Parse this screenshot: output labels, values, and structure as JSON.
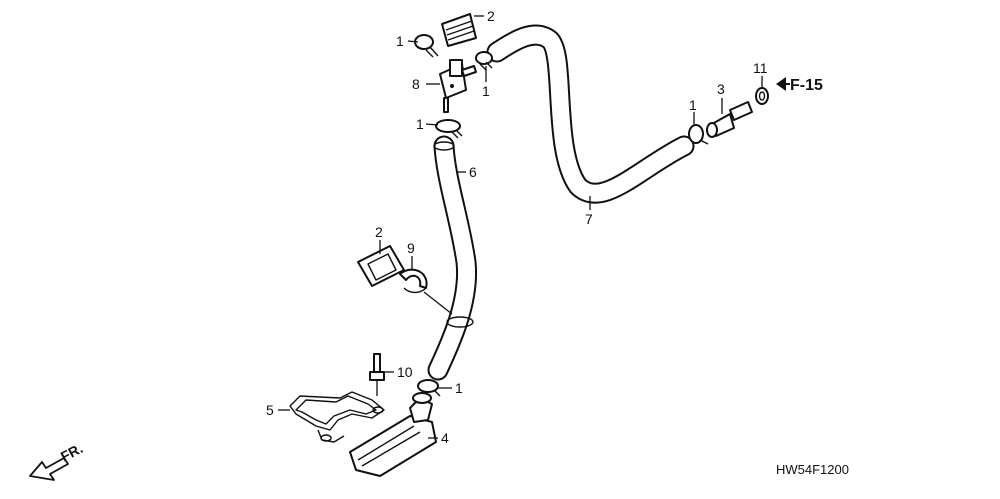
{
  "callouts": [
    {
      "id": "c1a",
      "number": "1"
    },
    {
      "id": "c2a",
      "number": "2"
    },
    {
      "id": "c8",
      "number": "8"
    },
    {
      "id": "c1b",
      "number": "1"
    },
    {
      "id": "c1c",
      "number": "1"
    },
    {
      "id": "c6",
      "number": "6"
    },
    {
      "id": "c7",
      "number": "7"
    },
    {
      "id": "c1d",
      "number": "1"
    },
    {
      "id": "c3",
      "number": "3"
    },
    {
      "id": "c11",
      "number": "11"
    },
    {
      "id": "c2b",
      "number": "2"
    },
    {
      "id": "c9",
      "number": "9"
    },
    {
      "id": "c10",
      "number": "10"
    },
    {
      "id": "c1e",
      "number": "1"
    },
    {
      "id": "c5",
      "number": "5"
    },
    {
      "id": "c4",
      "number": "4"
    }
  ],
  "reference": "F-15",
  "front_marker": "FR.",
  "diagram_code": "HW54F1200"
}
